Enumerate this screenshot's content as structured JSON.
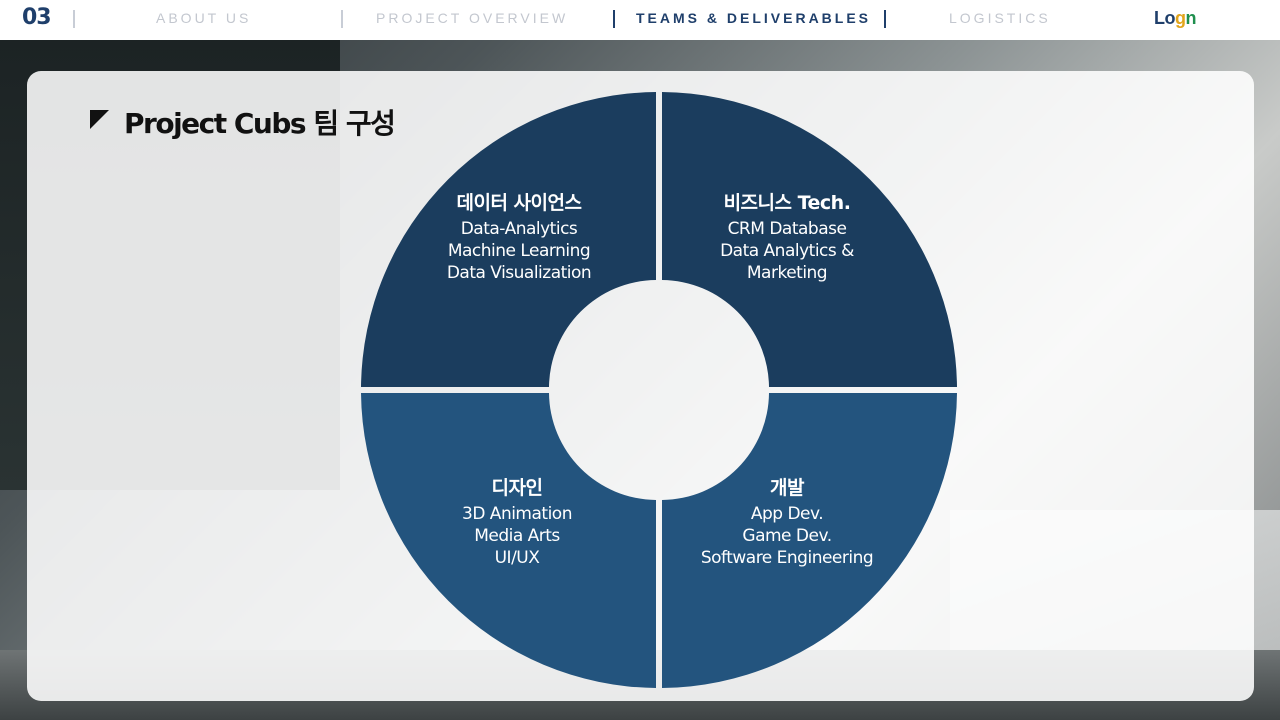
{
  "nav": {
    "page_number": "03",
    "items": [
      {
        "label": "ABOUT US",
        "active": false
      },
      {
        "label": "PROJECT OVERVIEW",
        "active": false
      },
      {
        "label": "TEAMS & DELIVERABLES",
        "active": true
      },
      {
        "label": "LOGISTICS",
        "active": false
      }
    ],
    "logo": {
      "part1": "Lo",
      "part2": "g",
      "part3": "n"
    }
  },
  "title": "Project Cubs 팀 구성",
  "quadrants": [
    {
      "title": "데이터 사이언스",
      "items": [
        "Data-Analytics",
        "Machine Learning",
        "Data Visualization"
      ],
      "color": "#1b3d5e"
    },
    {
      "title": "비즈니스 Tech.",
      "items": [
        "CRM Database",
        "Data Analytics &",
        "Marketing"
      ],
      "color": "#1b3d5e"
    },
    {
      "title": "디자인",
      "items": [
        "3D Animation",
        "Media Arts",
        "UI/UX"
      ],
      "color": "#23547e"
    },
    {
      "title": "개발",
      "items": [
        "App Dev.",
        "Game Dev.",
        "Software Engineering"
      ],
      "color": "#23547e"
    }
  ],
  "colors": {
    "nav_active": "#1f3f6b",
    "nav_inactive": "#c3c7cf",
    "ring_top": "#1b3d5e",
    "ring_bottom": "#23547e"
  }
}
